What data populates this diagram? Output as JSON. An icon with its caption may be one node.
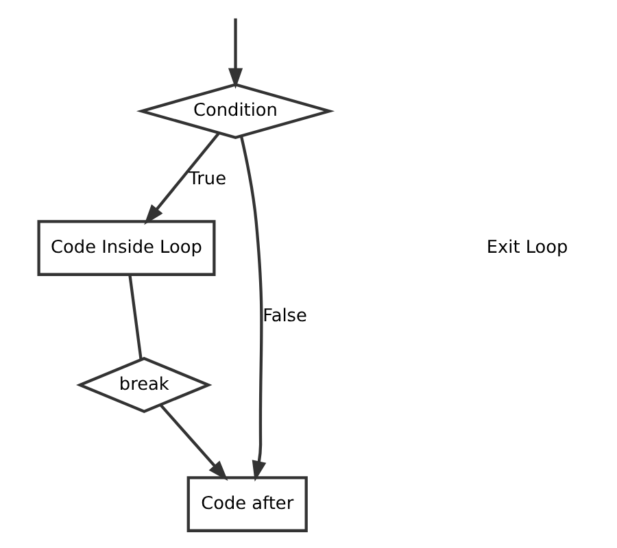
{
  "diagram": {
    "nodes": [
      {
        "text": [
          "Condition"
        ]
      },
      {
        "text": [
          "Code Inside Loop"
        ]
      },
      {
        "text": [
          "break"
        ]
      },
      {
        "text": [
          "Code after"
        ]
      }
    ],
    "edges": [
      {
        "from": null,
        "to": 0,
        "arrow": "to"
      },
      {
        "from": 0,
        "to": 1,
        "label": "True",
        "arrow": "to"
      },
      {
        "from": 0,
        "to": 3,
        "label": "False",
        "arrow": "to"
      },
      {
        "from": 1,
        "to": 2,
        "arrow": "none"
      },
      {
        "from": 2,
        "to": 3,
        "arrow": "to"
      }
    ],
    "labels": [
      "Exit Loop"
    ]
  }
}
